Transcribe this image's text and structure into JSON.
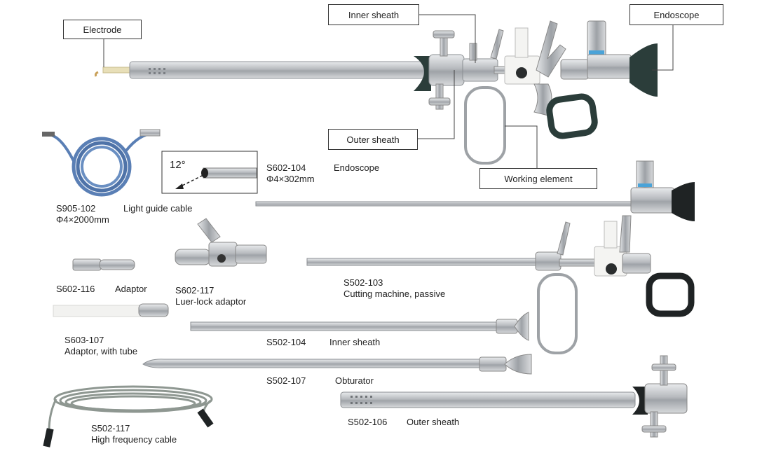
{
  "callouts": {
    "electrode": "Electrode",
    "inner_sheath": "Inner sheath",
    "endoscope": "Endoscope",
    "outer_sheath": "Outer sheath",
    "working_element": "Working element"
  },
  "parts": [
    {
      "code": "S602-104",
      "spec": "Φ4×302mm",
      "name": "Endoscope",
      "angle": "12°"
    },
    {
      "code": "S905-102",
      "spec": "Φ4×2000mm",
      "name": "Light guide cable"
    },
    {
      "code": "S602-116",
      "name": "Adaptor"
    },
    {
      "code": "S602-117",
      "name": "Luer-lock adaptor"
    },
    {
      "code": "S502-103",
      "name": "Cutting machine, passive"
    },
    {
      "code": "S603-107",
      "name": "Adaptor, with tube"
    },
    {
      "code": "S502-104",
      "name": "Inner sheath"
    },
    {
      "code": "S502-107",
      "name": "Obturator"
    },
    {
      "code": "S502-106",
      "name": "Outer sheath"
    },
    {
      "code": "S502-117",
      "name": "High frequency cable"
    }
  ],
  "colors": {
    "steel": "#b9bcc0",
    "steel_dark": "#7d8085",
    "cable_blue": "#5a7fb5",
    "cable_gray": "#8e9791",
    "black": "#1f2324",
    "teal": "#2b3d3a"
  }
}
